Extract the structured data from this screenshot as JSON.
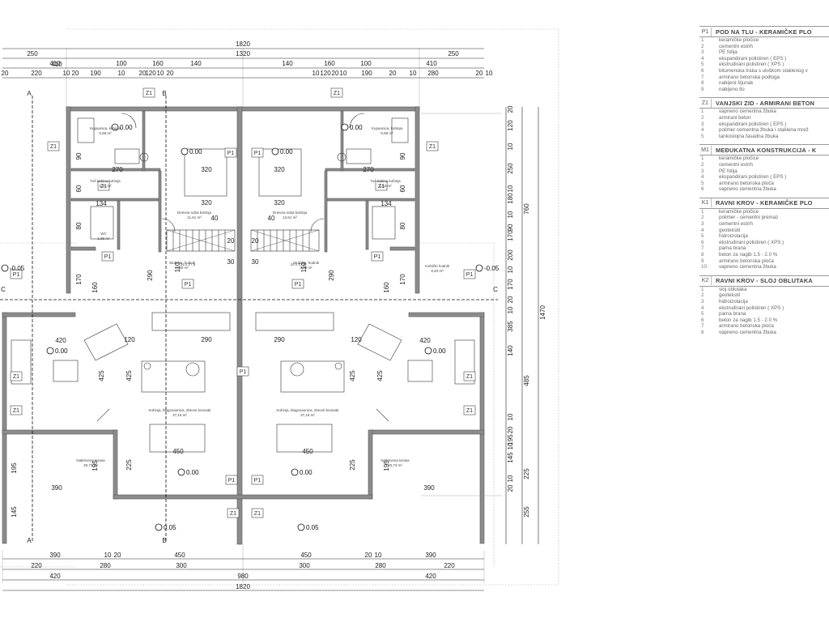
{
  "top_dims": {
    "row1": [
      "1820"
    ],
    "row2": [
      "250",
      "1320",
      "250"
    ],
    "row3": [
      "410",
      "100",
      "160",
      "140",
      "140",
      "160",
      "100",
      "410"
    ],
    "row4": [
      "20",
      "220",
      "10",
      "20",
      "190",
      "10",
      "20",
      "120",
      "10",
      "20",
      "10",
      "120",
      "20",
      "10",
      "190",
      "20",
      "10",
      "280",
      "20",
      "10"
    ]
  },
  "bottom_dims": {
    "row1": [
      "390",
      "10",
      "20",
      "450",
      "450",
      "20",
      "10",
      "390"
    ],
    "row2": [
      "220",
      "280",
      "300",
      "300",
      "280",
      "220"
    ],
    "row3": [
      "420",
      "980",
      "420"
    ],
    "row4": [
      "1820"
    ]
  },
  "right_dims": {
    "col1": [
      "20",
      "120",
      "10",
      "250",
      "10",
      "180",
      "10",
      "90",
      "170",
      "200",
      "10",
      "170",
      "20",
      "10",
      "385",
      "140",
      "10",
      "20",
      "195",
      "10",
      "145",
      "10",
      "20"
    ],
    "col2": [
      "760",
      "485",
      "225",
      "255"
    ],
    "col3": [
      "1470"
    ]
  },
  "left_dims": [
    "195",
    "145"
  ],
  "interior_dims": [
    "270",
    "320",
    "320",
    "270",
    "320",
    "320",
    "134",
    "134",
    "410",
    "420",
    "420",
    "290",
    "290",
    "425",
    "425",
    "425",
    "425",
    "450",
    "450",
    "390",
    "390",
    "120",
    "120",
    "160",
    "160",
    "170",
    "170",
    "110",
    "110",
    "290",
    "290",
    "225",
    "225",
    "195",
    "195",
    "40",
    "40",
    "30",
    "30",
    "20",
    "20",
    "60",
    "60",
    "90",
    "90",
    "80",
    "80"
  ],
  "section_marks": [
    "A",
    "A",
    "B",
    "B",
    "C",
    "C"
  ],
  "floor_tags": [
    "Z1",
    "Z1",
    "Z1",
    "Z1",
    "Z1",
    "Z1",
    "Z1",
    "Z1",
    "Z1",
    "Z1",
    "Z1",
    "Z1",
    "P1",
    "P1",
    "P1",
    "P1",
    "P1",
    "P1",
    "P1",
    "P1",
    "P1",
    "P1",
    "P1"
  ],
  "levels": [
    "0.00",
    "0.00",
    "0.00",
    "0.00",
    "-0.05",
    "-0.05",
    "0.05",
    "0.05",
    "0.00",
    "0.00",
    "0.00",
    "0.00"
  ],
  "rooms": [
    {
      "name": "Kupaonica, kuhinja",
      "area": "5,58 m²"
    },
    {
      "name": "Tuš kabina kuhinja",
      "area": "1,54 m²"
    },
    {
      "name": "WC",
      "area": "1,86 m²"
    },
    {
      "name": "Dnevna soba kuhinja",
      "area": "11,61 m²"
    },
    {
      "name": "Stubište, hodnik",
      "area": "4,30 m²"
    },
    {
      "name": "Dnevna soba kuhinja",
      "area": "13,61 m²"
    },
    {
      "name": "Stubište, hodnik",
      "area": "4,30 m²"
    },
    {
      "name": "Tuš kabina kuhinja",
      "area": "1,54 m²"
    },
    {
      "name": "Kupaonica, kuhinja",
      "area": "5,58 m²"
    },
    {
      "name": "Kolnički hodnik",
      "area": "8,20 m²"
    },
    {
      "name": "Kuhinja, blagovaonica, dnevni boravak",
      "area": "37,16 m²"
    },
    {
      "name": "Kuhinja, blagovaonica, dnevni boravak",
      "area": "37,16 m²"
    },
    {
      "name": "Natkrivena terasa",
      "area": "20,73 m²"
    },
    {
      "name": "Natkrivena terasa",
      "area": "20,73 m²"
    }
  ],
  "stair_marks": [
    "24 x 17,9",
    "24 x 17,9"
  ],
  "legend": [
    {
      "code": "P1",
      "title": "POD NA TLU - KERAMIČKE PLO",
      "items": [
        {
          "no": "1",
          "text": "keramičke pločice"
        },
        {
          "no": "2",
          "text": "cementni estrih"
        },
        {
          "no": "3",
          "text": "PE folija"
        },
        {
          "no": "4",
          "text": "ekspandirani polistiren ( EPS )"
        },
        {
          "no": "5",
          "text": "ekstrudirani polistiren ( XPS )"
        },
        {
          "no": "6",
          "text": "bitumenska traka s uloškom staklenog v"
        },
        {
          "no": "7",
          "text": "armirano betonska podloga"
        },
        {
          "no": "8",
          "text": "nabijeni šljunak"
        },
        {
          "no": "9",
          "text": "nabijeno tlo"
        }
      ]
    },
    {
      "code": "Z1",
      "title": "VANJSKI ZID - ARMIRANI BETON",
      "items": [
        {
          "no": "1",
          "text": "vapneno cementna žbuka"
        },
        {
          "no": "2",
          "text": "armirani beton"
        },
        {
          "no": "3",
          "text": "ekspandirani polistiren ( EPS )"
        },
        {
          "no": "4",
          "text": "polimer cementna žbuka i staklena mrež"
        },
        {
          "no": "5",
          "text": "tankoslojna fasadna žbuka"
        }
      ]
    },
    {
      "code": "M1",
      "title": "MEĐUKATNA KONSTRUKCIJA - K",
      "items": [
        {
          "no": "1",
          "text": "keramičke pločice"
        },
        {
          "no": "2",
          "text": "cementni estrih"
        },
        {
          "no": "3",
          "text": "PE folija"
        },
        {
          "no": "4",
          "text": "ekspandirani polistiren ( EPS )"
        },
        {
          "no": "5",
          "text": "armirano betonska ploča"
        },
        {
          "no": "6",
          "text": "vapneno cementna žbuka"
        }
      ]
    },
    {
      "code": "K1",
      "title": "RAVNI KROV - KERAMIČKE PLO",
      "items": [
        {
          "no": "1",
          "text": "keramičke pločice"
        },
        {
          "no": "2",
          "text": "polimer - cementni premaz"
        },
        {
          "no": "3",
          "text": "cementni estrih"
        },
        {
          "no": "4",
          "text": "geotekstil"
        },
        {
          "no": "5",
          "text": "hidroizolacija"
        },
        {
          "no": "6",
          "text": "ekstrudirani polistiren ( XPS )"
        },
        {
          "no": "7",
          "text": "parna brana"
        },
        {
          "no": "8",
          "text": "beton za nagib 1.5 - 2.0 %"
        },
        {
          "no": "9",
          "text": "armirano betonska ploča"
        },
        {
          "no": "10",
          "text": "vapneno cementna žbuka"
        }
      ]
    },
    {
      "code": "K2",
      "title": "RAVNI KROV - SLOJ OBLUTAKA",
      "items": [
        {
          "no": "1",
          "text": "sloj oblutaka"
        },
        {
          "no": "2",
          "text": "geotekstil"
        },
        {
          "no": "3",
          "text": "hidroizolacija"
        },
        {
          "no": "4",
          "text": "ekstrudirani polistiren ( XPS )"
        },
        {
          "no": "5",
          "text": "parna brana"
        },
        {
          "no": "6",
          "text": "beton za nagib 1.5 - 2.0 %"
        },
        {
          "no": "7",
          "text": "armirano betonska ploča"
        },
        {
          "no": "8",
          "text": "vapneno cementna žbuka"
        }
      ]
    }
  ],
  "colors": {
    "wall": "#8c8c8c",
    "line": "#222222",
    "dim": "#111111",
    "light": "#bbbbbb",
    "legend_text": "#666666"
  }
}
